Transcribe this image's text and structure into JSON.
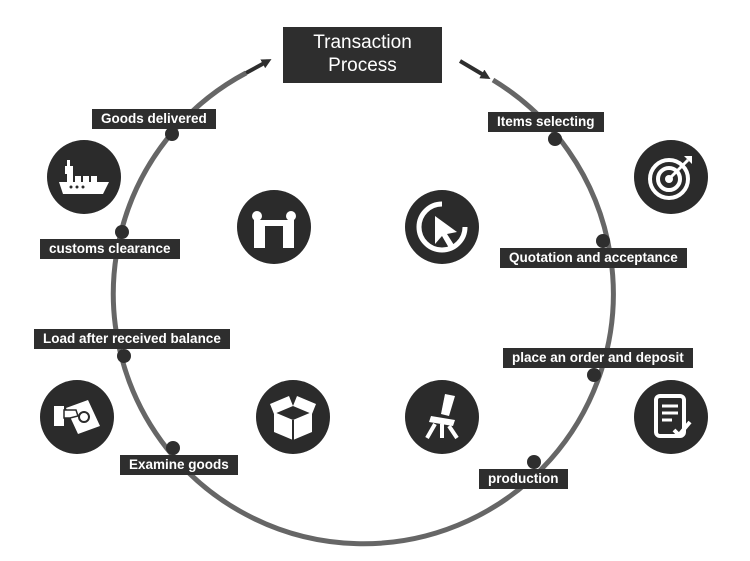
{
  "title": {
    "line1": "Transaction",
    "line2": "Process"
  },
  "steps": [
    {
      "label": "Items selecting"
    },
    {
      "label": "Quotation and acceptance"
    },
    {
      "label": "place an order and deposit"
    },
    {
      "label": "production"
    },
    {
      "label": "Examine goods"
    },
    {
      "label": "Load after received balance"
    },
    {
      "label": "customs clearance"
    },
    {
      "label": "Goods delivered"
    }
  ],
  "icons": [
    "ship-icon",
    "gate-icon",
    "cursor-click-icon",
    "target-icon",
    "cash-hand-icon",
    "open-box-icon",
    "chair-icon",
    "checklist-icon"
  ],
  "colors": {
    "dark": "#2e2e2e",
    "ring": "#666666",
    "background": "#ffffff"
  }
}
